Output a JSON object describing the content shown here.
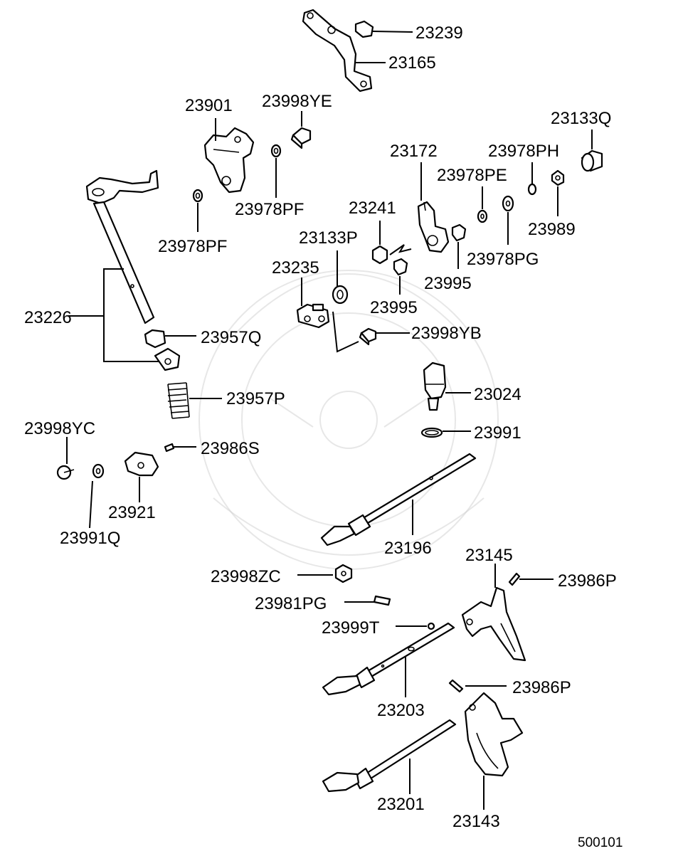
{
  "labels": {
    "p23239": "23239",
    "p23165": "23165",
    "p23901": "23901",
    "p23998YE": "23998YE",
    "p23133Q": "23133Q",
    "p23172": "23172",
    "p23978PH": "23978PH",
    "p23978PE": "23978PE",
    "p23978PF_a": "23978PF",
    "p23978PF_b": "23978PF",
    "p23241": "23241",
    "p23989": "23989",
    "p23133P": "23133P",
    "p23978PG": "23978PG",
    "p23235": "23235",
    "p23995_a": "23995",
    "p23995_b": "23995",
    "p23226": "23226",
    "p23957Q": "23957Q",
    "p23998YB": "23998YB",
    "p23024": "23024",
    "p23957P": "23957P",
    "p23998YC": "23998YC",
    "p23986S": "23986S",
    "p23991": "23991",
    "p23921": "23921",
    "p23991Q": "23991Q",
    "p23196": "23196",
    "p23145": "23145",
    "p23998ZC": "23998ZC",
    "p23986P_a": "23986P",
    "p23981PG": "23981PG",
    "p23999T": "23999T",
    "p23203": "23203",
    "p23986P_b": "23986P",
    "p23201": "23201",
    "p23143": "23143"
  },
  "diagram_code": "500101"
}
